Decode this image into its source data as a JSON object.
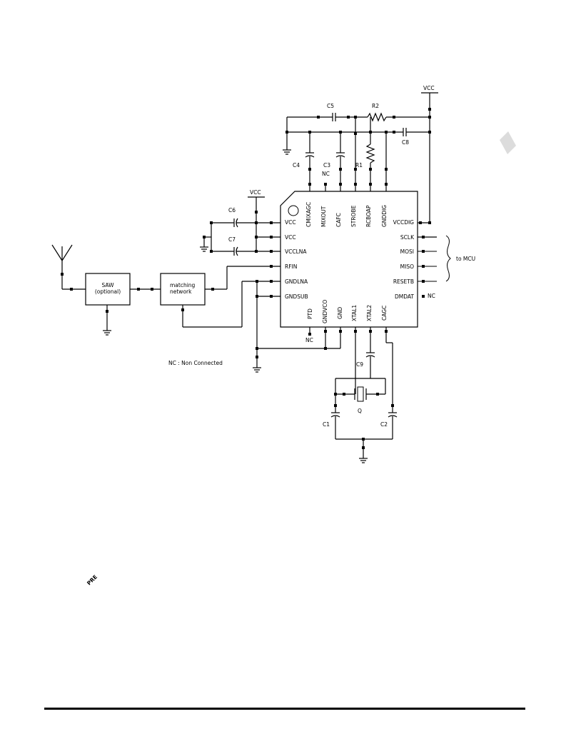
{
  "watermark": "PRE",
  "supply": {
    "vcc_top": "VCC",
    "vcc_left": "VCC"
  },
  "components": {
    "c1": "C1",
    "c2": "C2",
    "c3": "C3",
    "c4": "C4",
    "c5": "C5",
    "c6": "C6",
    "c7": "C7",
    "c8": "C8",
    "c9": "C9",
    "r1": "R1",
    "r2": "R2",
    "q": "Q",
    "c3_nc": "NC"
  },
  "blocks": {
    "saw_line1": "SAW",
    "saw_line2": "(optional)",
    "matching_line1": "matching",
    "matching_line2": "network"
  },
  "chip": {
    "top_pins": [
      "CMIXAGC",
      "MIXOUT",
      "CAFC",
      "STROBE",
      "RCBOAP",
      "GNDDIG"
    ],
    "left_pins": [
      "VCC",
      "VCC",
      "VCCLNA",
      "RFIN",
      "GNDLNA",
      "GNDSUB"
    ],
    "right_pins": [
      "VCCDIG",
      "SCLK",
      "MOSI",
      "MISO",
      "RESETB",
      "DMDAT"
    ],
    "bottom_pins": [
      "PTD",
      "GNDVCO",
      "GND",
      "XTAL1",
      "XTAL2",
      "CAGC"
    ]
  },
  "labels": {
    "to_mcu": "to MCU",
    "nc_dmdat": "NC",
    "nc_ptd": "NC",
    "nc_legend": "NC : Non Connected"
  }
}
